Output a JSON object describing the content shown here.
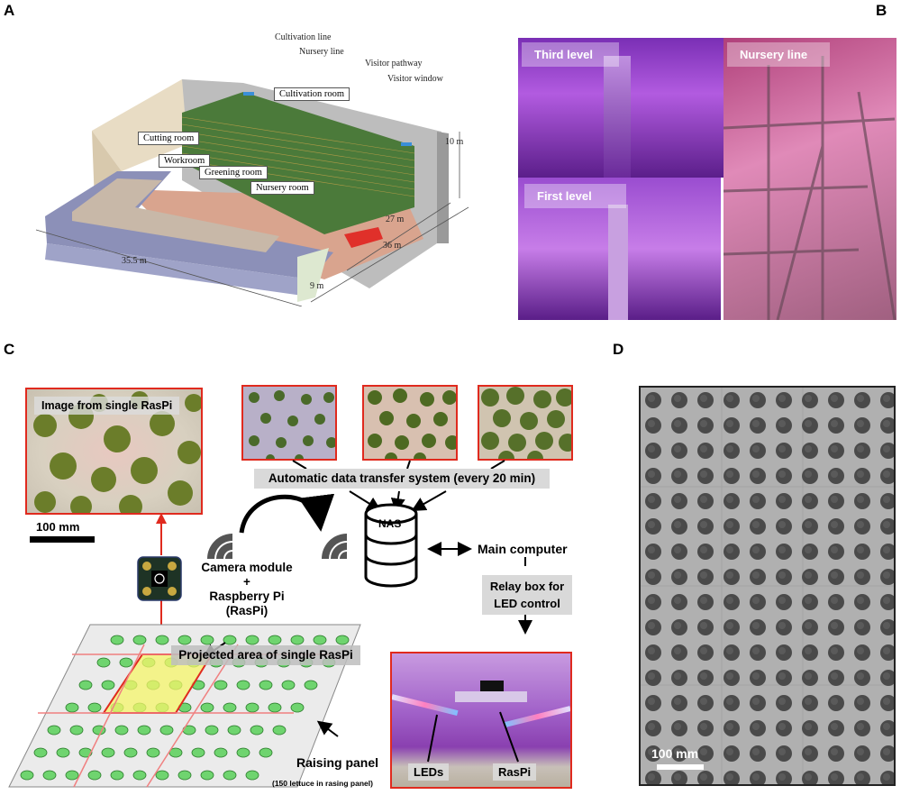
{
  "panels": {
    "A": {
      "letter": "A",
      "labels": {
        "cultivation_line": "Cultivation line",
        "nursery_line": "Nursery line",
        "visitor_pathway": "Visitor pathway",
        "visitor_window": "Visitor window",
        "cultivation_room": "Cultivation room",
        "cutting_room": "Cutting room",
        "workroom": "Workroom",
        "greening_room": "Greening room",
        "nursery_room": "Nursery room"
      },
      "dimensions": {
        "height": "10 m",
        "depth_inner": "27 m",
        "depth_total": "36 m",
        "width": "35.5 m",
        "annex": "9 m"
      }
    },
    "B": {
      "letter": "B",
      "labels": {
        "third_level": "Third level",
        "nursery_line": "Nursery line",
        "first_level": "First level"
      }
    },
    "C": {
      "letter": "C",
      "image_label": "Image from single RasPi",
      "scale_bar": "100 mm",
      "transfer_label": "Automatic data transfer system (every 20 min)",
      "nas_label": "NAS",
      "main_computer": "Main computer",
      "relay_box": [
        "Relay box for",
        "LED control"
      ],
      "camera_lines": [
        "Camera module",
        "+",
        "Raspberry Pi (RasPi)"
      ],
      "projected_area": "Projected area of single RasPi",
      "raising_panel": "Raising panel",
      "raising_panel_note": "(150 lettuce in rasing panel)",
      "photo_labels": {
        "leds": "LEDs",
        "raspi": "RasPi"
      },
      "colors": {
        "frame": "#e02a1e",
        "projection": "#f5f56a",
        "lettuce": "#6fd46f"
      }
    },
    "D": {
      "letter": "D",
      "scale_bar": "100 mm"
    }
  }
}
